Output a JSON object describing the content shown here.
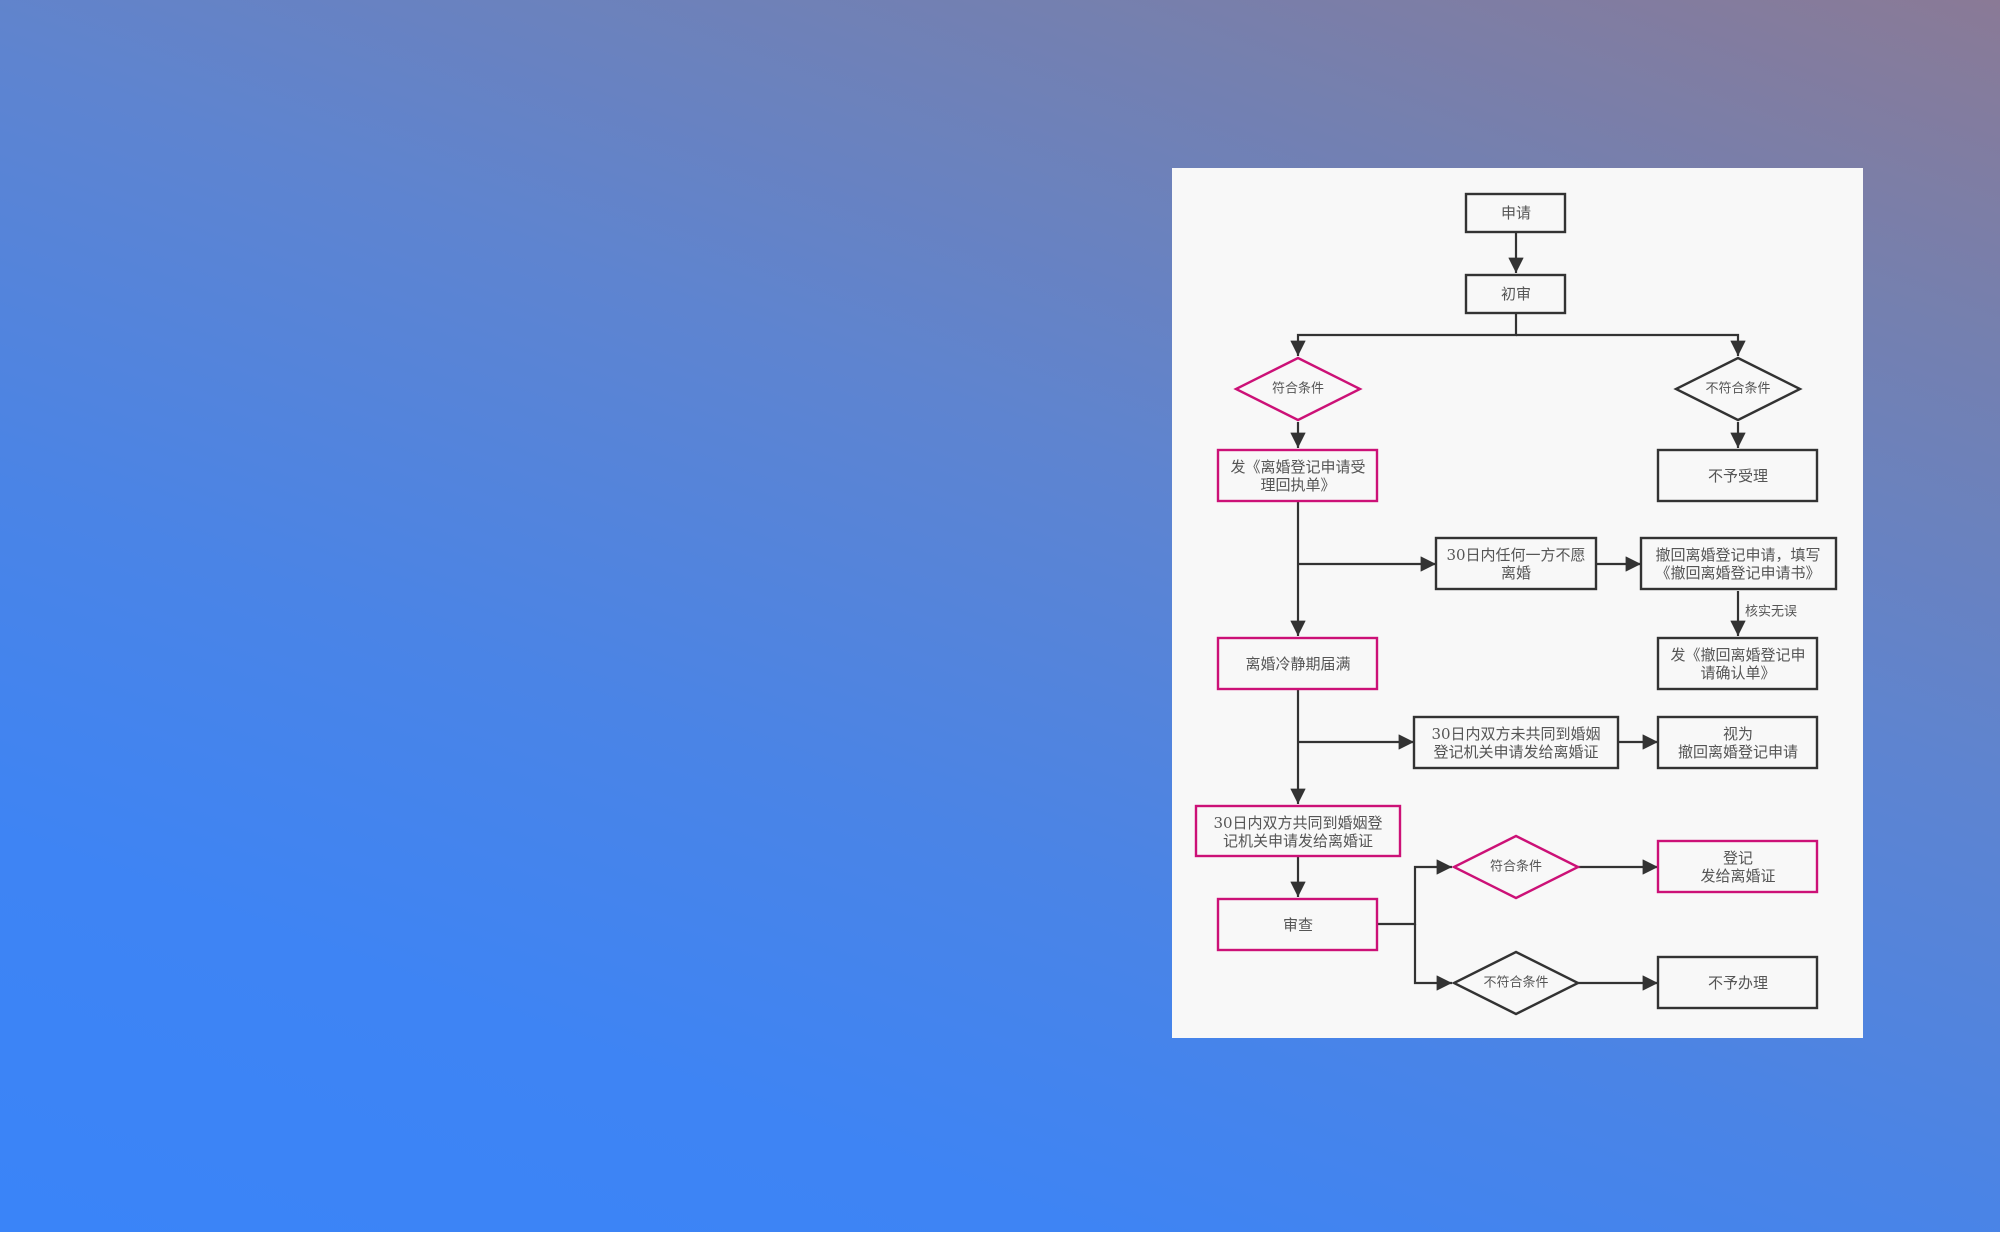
{
  "colors": {
    "accent_pink": "#cc1177",
    "stroke_dark": "#333333",
    "card_bg": "#f8f8f8"
  },
  "flowchart": {
    "nodes": {
      "apply": "申请",
      "initial_review": "初审",
      "eligible_1": "符合条件",
      "ineligible_1": "不符合条件",
      "issue_receipt": [
        "发《离婚登记申请受",
        "理回执单》"
      ],
      "not_accepted": "不予受理",
      "either_unwilling": [
        "30日内任何一方不愿",
        "离婚"
      ],
      "withdraw_application": [
        "撤回离婚登记申请，填写",
        "《撤回离婚登记申请书》"
      ],
      "verified_label": "核实无误",
      "issue_withdraw_confirm": [
        "发《撤回离婚登记申",
        "请确认单》"
      ],
      "cooling_period_ends": "离婚冷静期届满",
      "not_jointly_apply": [
        "30日内双方未共同到婚姻",
        "登记机关申请发给离婚证"
      ],
      "deemed_withdrawn": [
        "视为",
        "撤回离婚登记申请"
      ],
      "jointly_apply": [
        "30日内双方共同到婚姻登",
        "记机关申请发给离婚证"
      ],
      "review": "审查",
      "eligible_2": "符合条件",
      "register_issue": [
        "登记",
        "发给离婚证"
      ],
      "ineligible_2": "不符合条件",
      "not_handled": "不予办理"
    }
  }
}
